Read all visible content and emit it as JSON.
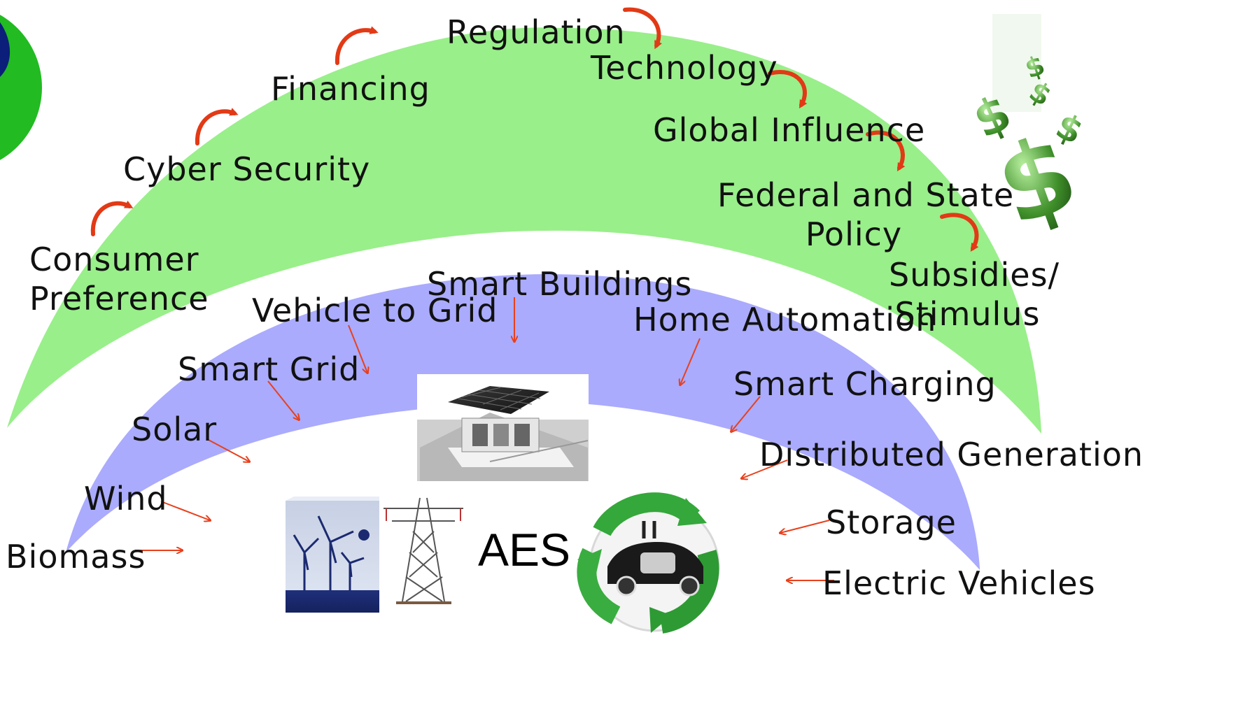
{
  "outer_arc": {
    "fill": "#99ef8a",
    "labels": {
      "consumer_preference": [
        "Consumer",
        "Preference"
      ],
      "cyber_security": "Cyber Security",
      "financing": "Financing",
      "regulation": "Regulation",
      "technology": "Technology",
      "global_influence": "Global Influence",
      "federal_state_policy": [
        "Federal and State",
        "Policy"
      ],
      "subsidies_stimulus": [
        "Subsidies/",
        "Stimulus"
      ]
    }
  },
  "inner_arc": {
    "fill": "#aaabfd",
    "labels": {
      "smart_buildings": "Smart Buildings",
      "vehicle_to_grid": "Vehicle to Grid",
      "home_automation": "Home Automation",
      "smart_grid": "Smart Grid",
      "smart_charging": "Smart Charging",
      "solar": "Solar",
      "distributed_generation": "Distributed Generation",
      "wind": "Wind",
      "storage": "Storage",
      "biomass": "Biomass",
      "electric_vehicles": "Electric Vehicles"
    }
  },
  "center": {
    "label": "AES"
  },
  "colors": {
    "arrow": "#e8401c",
    "corner_green": "#22bb22",
    "corner_navy": "#0b1e7a",
    "dollar_green": "#3f8f2a"
  },
  "icons": [
    "house-solar-roof-icon",
    "wind-turbine-icon",
    "transmission-tower-icon",
    "electric-car-recycle-icon",
    "dollar-signs-icon",
    "corner-globe-icon"
  ]
}
